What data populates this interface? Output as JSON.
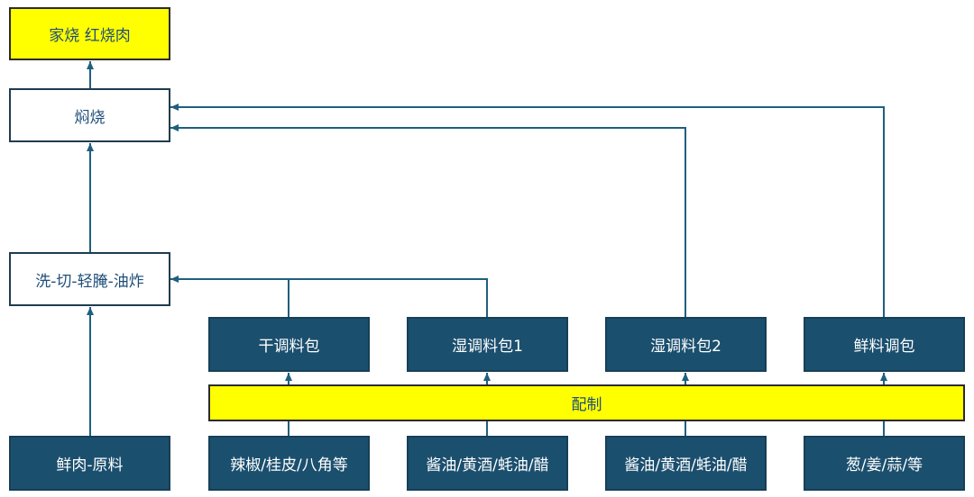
{
  "nodes": {
    "dish": "家烧 红烧肉",
    "braise": "焖烧",
    "prep": "洗-切-轻腌-油炸",
    "raw": "鲜肉-原料",
    "dry_pack": "干调料包",
    "wet_pack_1": "湿调料包1",
    "wet_pack_2": "湿调料包2",
    "fresh_pack": "鲜料调包",
    "mixing": "配制",
    "spices": "辣椒/桂皮/八角等",
    "sauces_1": "酱油/黄酒/蚝油/醋",
    "sauces_2": "酱油/黄酒/蚝油/醋",
    "aromatics": "葱/姜/蒜/等"
  },
  "colors": {
    "highlight": "#ffff00",
    "box_dark": "#1b4f6e",
    "connector": "#1f5f7f"
  }
}
